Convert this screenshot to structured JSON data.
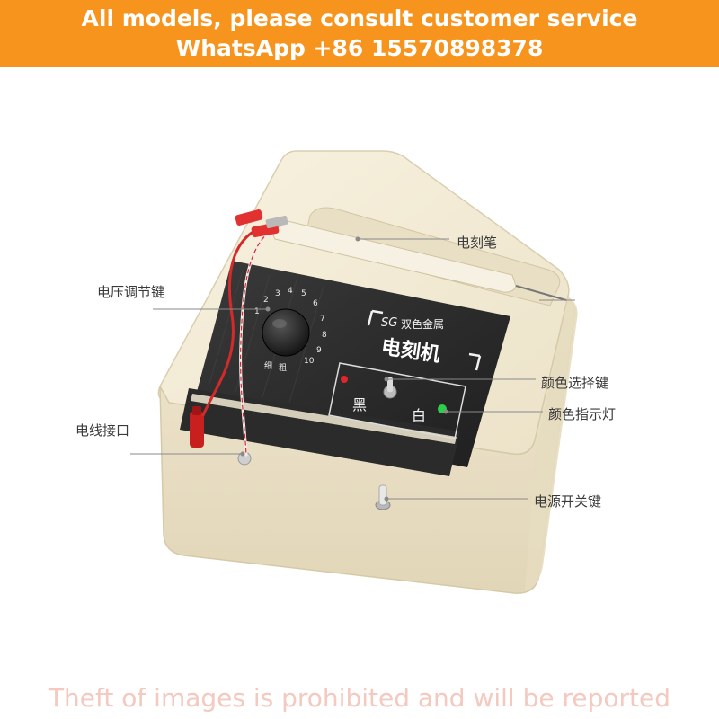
{
  "banner": {
    "line1": "All models, please consult customer service",
    "line2": "WhatsApp +86 15570898378",
    "color": "#f7941d"
  },
  "device": {
    "brand": "SG",
    "subtitle": "双色金属",
    "title": "电刻机",
    "color_left": "黑",
    "color_right": "白",
    "dial_ticks": [
      "1",
      "2",
      "3",
      "4",
      "5",
      "6",
      "7",
      "8",
      "9",
      "10"
    ],
    "dial_low": "细",
    "dial_high": "粗"
  },
  "callouts": {
    "pen": "电刻笔",
    "voltage_knob": "电压调节键",
    "color_select": "颜色选择键",
    "color_indicator": "颜色指示灯",
    "wire_port": "电线接口",
    "power_switch": "电源开关键"
  },
  "footer": {
    "warning": "Theft of images is prohibited and will be reported"
  }
}
